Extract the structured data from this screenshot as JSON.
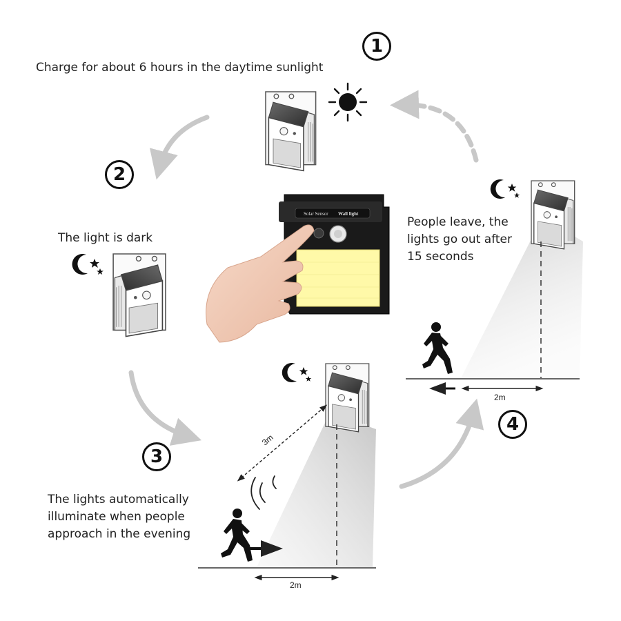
{
  "steps": [
    {
      "number": "1",
      "text": "Charge for about 6 hours in the daytime sunlight"
    },
    {
      "number": "2",
      "text": "The light is dark"
    },
    {
      "number": "3",
      "lines": [
        "The lights automatically",
        "illuminate when people",
        "approach in the evening"
      ]
    },
    {
      "number": "4",
      "lines": [
        "People leave, the",
        "lights go out after",
        "15 seconds"
      ]
    }
  ],
  "distances": {
    "diagonal": "3m",
    "ground_step3": "2m",
    "ground_step4": "2m"
  },
  "product_label": {
    "solar_sensor": "Solar Sensor",
    "wall_light": "Wall light"
  },
  "icons": [
    "sun-icon",
    "moon-stars-icon",
    "hand-icon",
    "runner-icon",
    "motion-waves-icon"
  ],
  "colors": {
    "arrow_gray": "#c8c8c8",
    "panel_dark": "#1a1a1a",
    "led_yellow": "#fff9a8",
    "beam_gray": "#d4d4d4"
  }
}
